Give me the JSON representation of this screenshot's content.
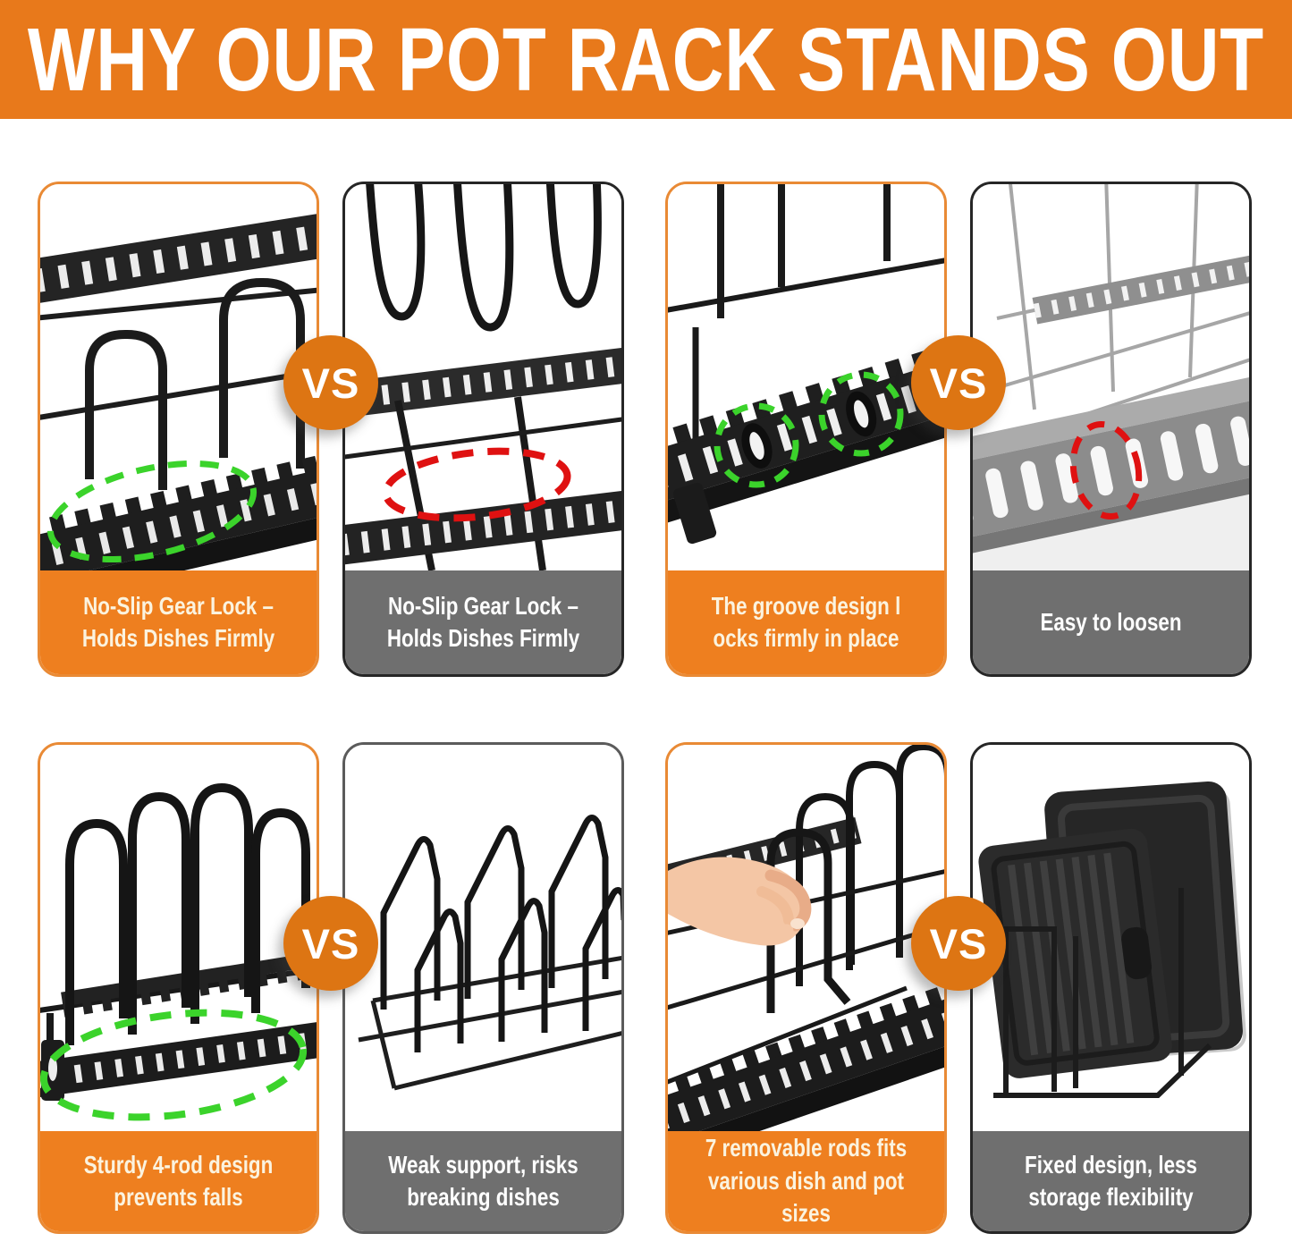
{
  "banner": {
    "title": "WHY OUR POT RACK STANDS OUT"
  },
  "vs_label": "VS",
  "colors": {
    "banner_orange": "#E8791B",
    "caption_orange": "#EE7F1F",
    "caption_cream": "#FBF3DF",
    "caption_gray": "#6F6F6F",
    "vs_orange": "#DD7513",
    "good_border": "#E98A35",
    "bad_border_dark": "#262626",
    "bad_border_gray": "#5B5B5B",
    "highlight_green": "#3BD32B",
    "highlight_red": "#DF1111"
  },
  "comparisons": [
    {
      "good": {
        "caption": "No-Slip Gear Lock –\nHolds Dishes Firmly",
        "highlight": "green-dashed-ellipse"
      },
      "bad": {
        "caption": "No-Slip Gear Lock –\nHolds Dishes Firmly",
        "highlight": "red-dashed-ellipse"
      }
    },
    {
      "good": {
        "caption": "The groove design l\nocks firmly in place",
        "highlight": "green-dashed-circles"
      },
      "bad": {
        "caption": "Easy to loosen",
        "highlight": "red-dashed-circle"
      }
    },
    {
      "good": {
        "caption": "Sturdy 4-rod design\nprevents falls",
        "highlight": "green-dashed-ellipse"
      },
      "bad": {
        "caption": "Weak support, risks\nbreaking dishes",
        "highlight": ""
      }
    },
    {
      "good": {
        "caption": "7 removable rods fits\nvarious dish and pot sizes",
        "highlight": ""
      },
      "bad": {
        "caption": "Fixed design, less\nstorage flexibility",
        "highlight": ""
      }
    }
  ]
}
